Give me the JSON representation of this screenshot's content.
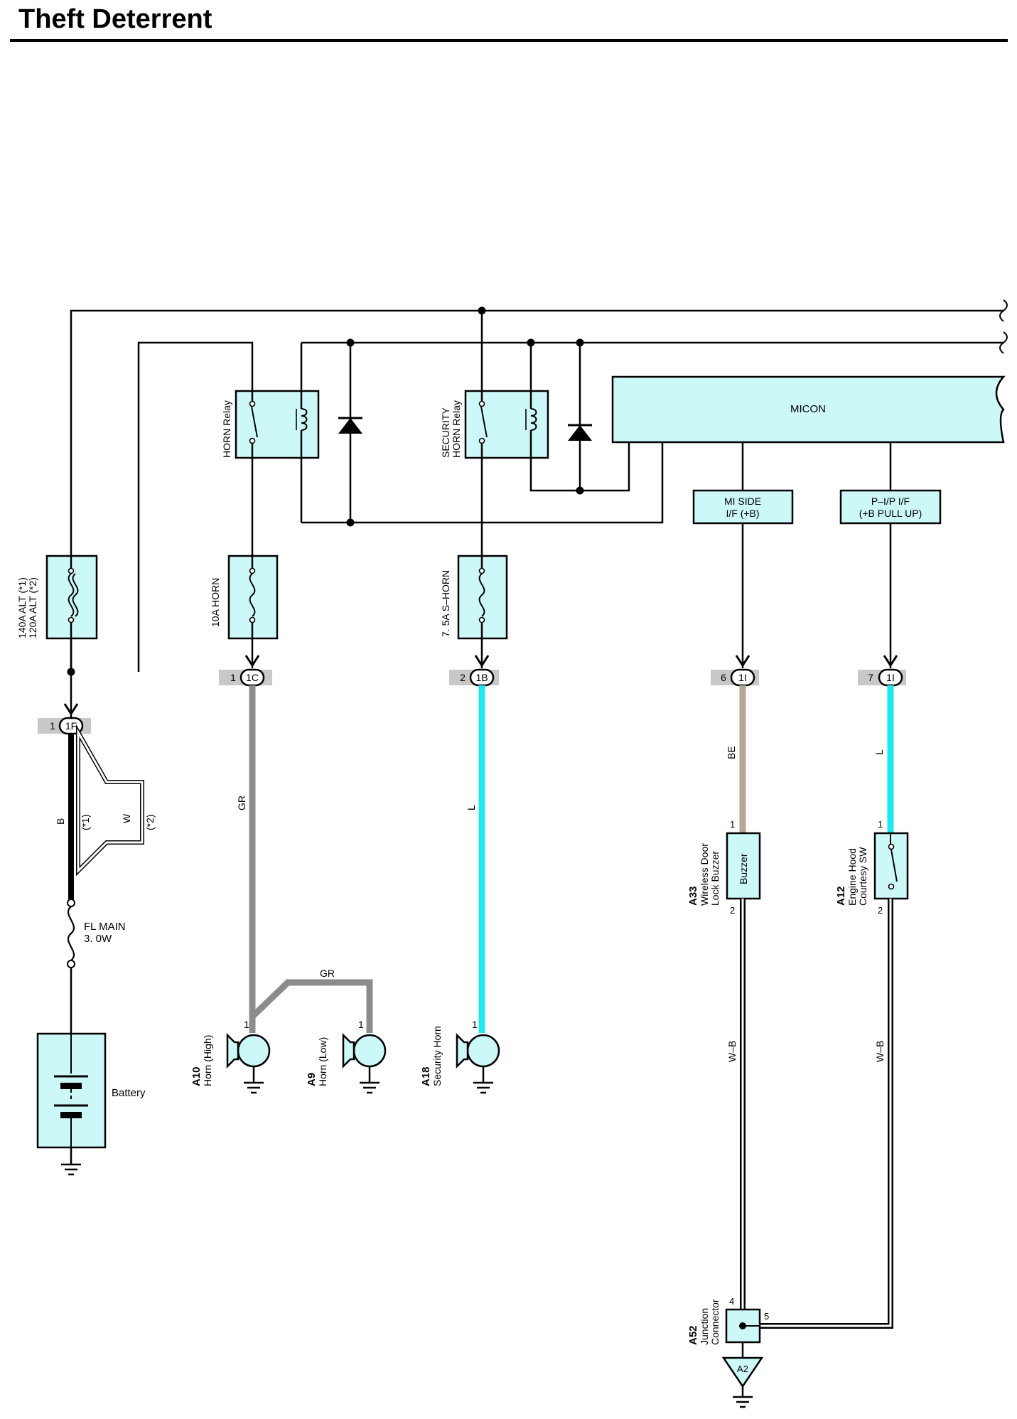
{
  "page": {
    "title": "Theft Deterrent"
  },
  "colors": {
    "box_fill": "#cdf8f8",
    "wire_gray": "#8c8c8c",
    "wire_cyan": "#1ee8f0",
    "wire_beige": "#b6a696",
    "connector_tag": "#c8c8c8"
  },
  "relays": {
    "horn": "HORN Relay",
    "security_line1": "SECURITY",
    "security_line2": "HORN Relay"
  },
  "micon": {
    "label": "MICON",
    "mi_side_line1": "MI SIDE",
    "mi_side_line2": "I/F (+B)",
    "pip_line1": "P–I/P I/F",
    "pip_line2": "(+B PULL UP)"
  },
  "fuses": {
    "alt_line1": "140A ALT (*1)",
    "alt_line2": "120A ALT (*2)",
    "horn": "10A HORN",
    "s_horn": "7. 5A S–HORN",
    "fl_main_line1": "FL MAIN",
    "fl_main_line2": "3. 0W"
  },
  "connectors": {
    "c1f": {
      "pin": "1",
      "id": "1F"
    },
    "c1c": {
      "pin": "1",
      "id": "1C"
    },
    "c1b": {
      "pin": "2",
      "id": "1B"
    },
    "c1i_a": {
      "pin": "6",
      "id": "1I"
    },
    "c1i_b": {
      "pin": "7",
      "id": "1I"
    }
  },
  "wires": {
    "b": "B",
    "w": "W",
    "opt1": "(*1)",
    "opt2": "(*2)",
    "gr_main": "GR",
    "gr_branch": "GR",
    "l_horn": "L",
    "be": "BE",
    "l_hood": "L",
    "wb_buzzer": "W–B",
    "wb_hood": "W–B"
  },
  "components": {
    "battery": "Battery",
    "a10": {
      "code": "A10",
      "name": "Horn (High)",
      "pin": "1"
    },
    "a9": {
      "code": "A9",
      "name": "Horn (Low)",
      "pin": "1"
    },
    "a18": {
      "code": "A18",
      "name": "Security Horn",
      "pin": "1"
    },
    "a33": {
      "code": "A33",
      "name_line1": "Wireless Door",
      "name_line2": "Lock Buzzer",
      "inner": "Buzzer",
      "pin_top": "1",
      "pin_bottom": "2"
    },
    "a12": {
      "code": "A12",
      "name_line1": "Engine Hood",
      "name_line2": "Courtesy SW",
      "pin_top": "1",
      "pin_bottom": "2"
    },
    "a52": {
      "code": "A52",
      "name_line1": "Junction",
      "name_line2": "Connector",
      "pin_left": "4",
      "pin_right": "5"
    },
    "a2": "A2"
  }
}
